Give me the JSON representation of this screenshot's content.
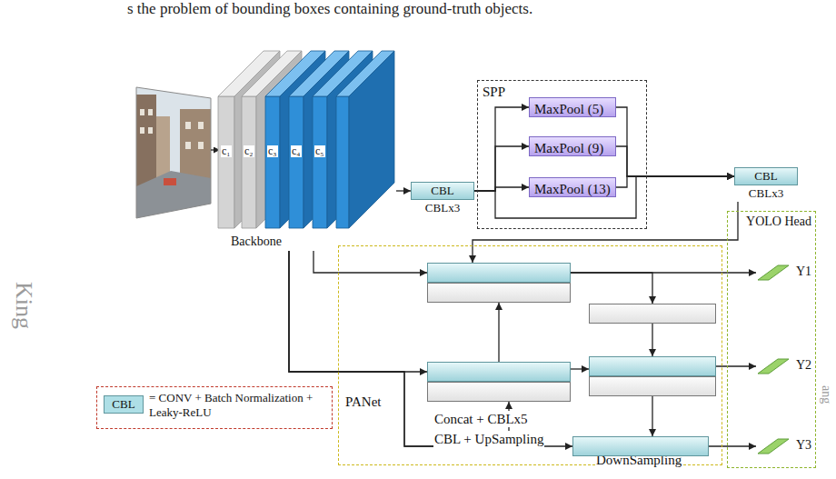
{
  "diagram": {
    "nodes": [
      {
        "text": [
          "Backbone"
        ]
      },
      {
        "text": [
          "CBL",
          "CBLx3"
        ]
      },
      {
        "text": [
          "SPP"
        ]
      },
      {
        "text": [
          "MaxPool (5)"
        ],
        "in": 2
      },
      {
        "text": [
          "MaxPool (9)"
        ],
        "in": 2
      },
      {
        "text": [
          "MaxPool (13)"
        ],
        "in": 2
      },
      {
        "text": [
          "CBL",
          "CBLx3"
        ]
      },
      {
        "text": [
          "YOLO Head"
        ]
      },
      {
        "text": [
          "PANet"
        ]
      },
      {
        "text": [
          "Concat + CBLx5"
        ],
        "in": 8
      },
      {
        "text": [
          "CBL + UpSampling"
        ],
        "in": 8
      },
      {
        "text": [
          "DownSampling"
        ],
        "in": 8
      },
      {
        "text": [
          "Concat + CBLx5"
        ],
        "in": 8
      },
      {
        "text": [
          "Concat + CBLx5"
        ],
        "in": 8
      },
      {
        "text": [
          "CBL + UpSampling"
        ],
        "in": 8
      },
      {
        "text": [
          "DownSampling"
        ],
        "in": 8
      },
      {
        "text": [
          "Concat + CBLx5"
        ],
        "in": 8
      },
      {
        "text": [
          "Y1"
        ],
        "in": 7
      },
      {
        "text": [
          "Y2"
        ],
        "in": 7
      },
      {
        "text": [
          "Y3"
        ],
        "in": 7
      }
    ],
    "edges": [
      {
        "from": 0,
        "to": 1,
        "arrow": "to"
      },
      {
        "from": 1,
        "to": 3,
        "arrow": "to"
      },
      {
        "from": 1,
        "to": 4,
        "arrow": "to"
      },
      {
        "from": 1,
        "to": 5,
        "arrow": "to"
      },
      {
        "from": 1,
        "to": 6,
        "arrow": "to"
      },
      {
        "from": 3,
        "to": 6,
        "arrow": "to"
      },
      {
        "from": 4,
        "to": 6,
        "arrow": "to"
      },
      {
        "from": 5,
        "to": 6,
        "arrow": "to"
      },
      {
        "from": 6,
        "to": 9,
        "arrow": "to"
      },
      {
        "from": 0,
        "to": 9,
        "arrow": "to"
      },
      {
        "from": 0,
        "to": 12,
        "arrow": "to"
      },
      {
        "from": 0,
        "to": 16,
        "arrow": "to"
      },
      {
        "from": 0,
        "to": 14,
        "arrow": "to"
      },
      {
        "from": 9,
        "to": 17,
        "arrow": "to"
      },
      {
        "from": 9,
        "to": 11,
        "arrow": "to"
      },
      {
        "from": 12,
        "to": 10,
        "arrow": "to"
      },
      {
        "from": 11,
        "to": 13,
        "arrow": "to"
      },
      {
        "from": 12,
        "to": 13,
        "arrow": "to"
      },
      {
        "from": 15,
        "to": 16,
        "arrow": "to"
      },
      {
        "from": 13,
        "to": 18,
        "arrow": "to"
      },
      {
        "from": 16,
        "to": 19,
        "arrow": "to"
      }
    ],
    "labels": [
      "s the problem of bounding boxes containing ground-truth objects.",
      "c₁",
      "c₂",
      "c₃",
      "c₄",
      "c₅",
      "CBL",
      "King",
      "ang"
    ],
    "legend": [
      {
        "text": "= CONV + Batch Normalization + Leaky-ReLU",
        "color": "#aedfe6"
      }
    ]
  }
}
